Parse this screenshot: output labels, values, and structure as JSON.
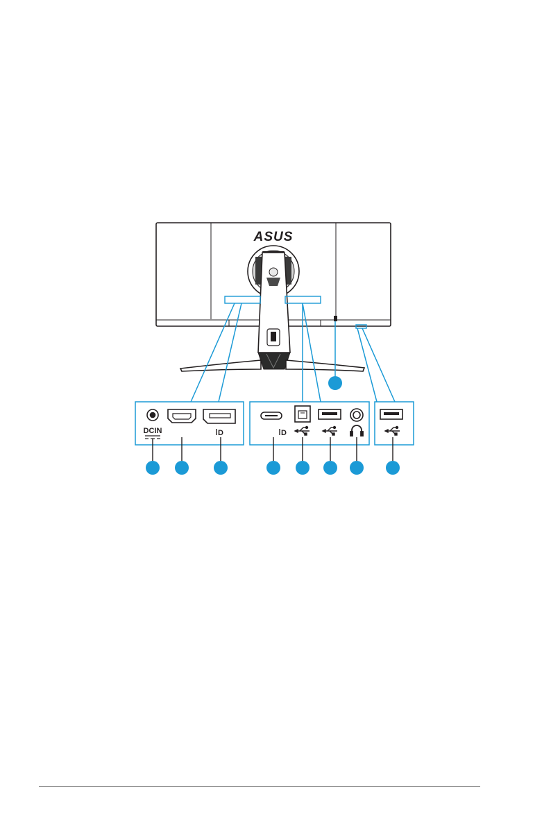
{
  "monitor": {
    "brand_logo": "ASUS",
    "accent_color": "#1b9ad6",
    "outline_color": "#231f20"
  },
  "ports_left": {
    "dc_label": "DCIN",
    "dp_glyph": "D"
  },
  "ports_middle": {
    "dp_glyph": "D"
  },
  "icons": {
    "dc_jack": "dc-jack-icon",
    "hdmi": "hdmi-port-icon",
    "displayport": "displayport-icon",
    "usb_c": "usb-c-port-icon",
    "usb_b": "usb-b-port-icon",
    "usb_a": "usb-a-port-icon",
    "headphone_jack": "headphone-jack-icon",
    "usb_symbol": "usb-symbol-icon",
    "headphone_symbol": "headphone-symbol-icon"
  }
}
